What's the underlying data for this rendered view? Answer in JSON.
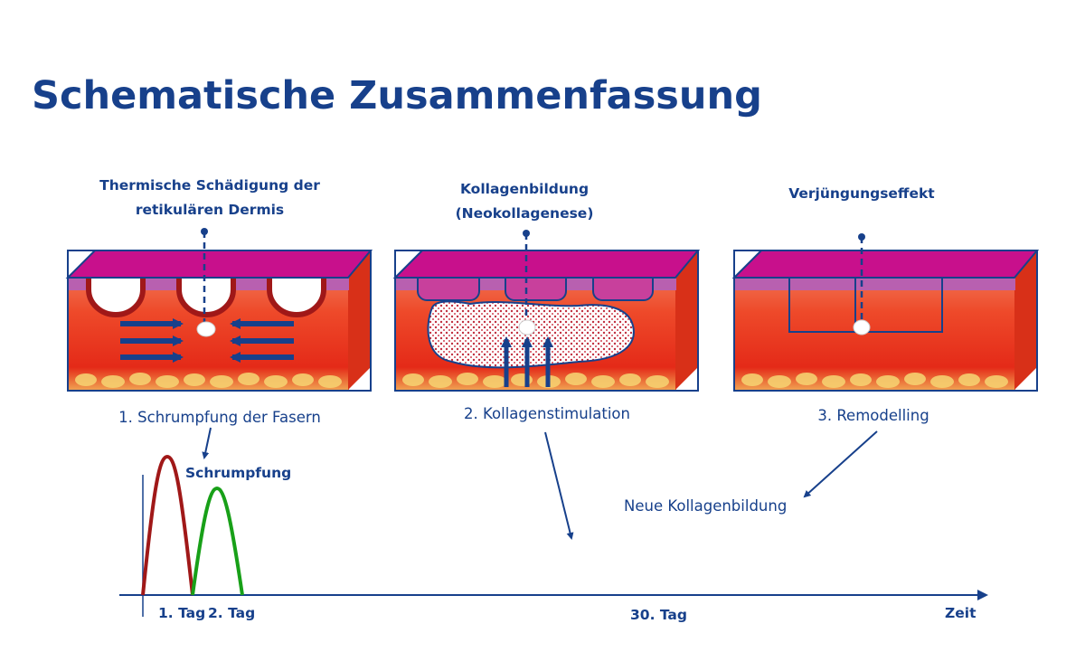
{
  "title": "Schematische Zusammenfassung",
  "panels": [
    {
      "heading": [
        "Thermische Schädigung der",
        "retikulären Dermis"
      ],
      "caption": "1. Schrumpfung der Fasern"
    },
    {
      "heading": [
        "Kollagenbildung",
        "(Neokollagenese)"
      ],
      "caption": "2. Kollagenstimulation"
    },
    {
      "heading": [
        "Verjüngungseffekt"
      ],
      "caption": "3. Remodelling"
    }
  ],
  "timeline": {
    "shrink_label": "Schrumpfung",
    "new_collagen_label": "Neue Kollagenbildung",
    "ticks": [
      "1. Tag",
      "2. Tag",
      "30. Tag"
    ],
    "axis_label": "Zeit"
  },
  "colors": {
    "primary": "#17408b",
    "skin_top": "#c8108c",
    "dermis": "#e8321e",
    "curve1": "#a01818",
    "curve2": "#18a018"
  }
}
